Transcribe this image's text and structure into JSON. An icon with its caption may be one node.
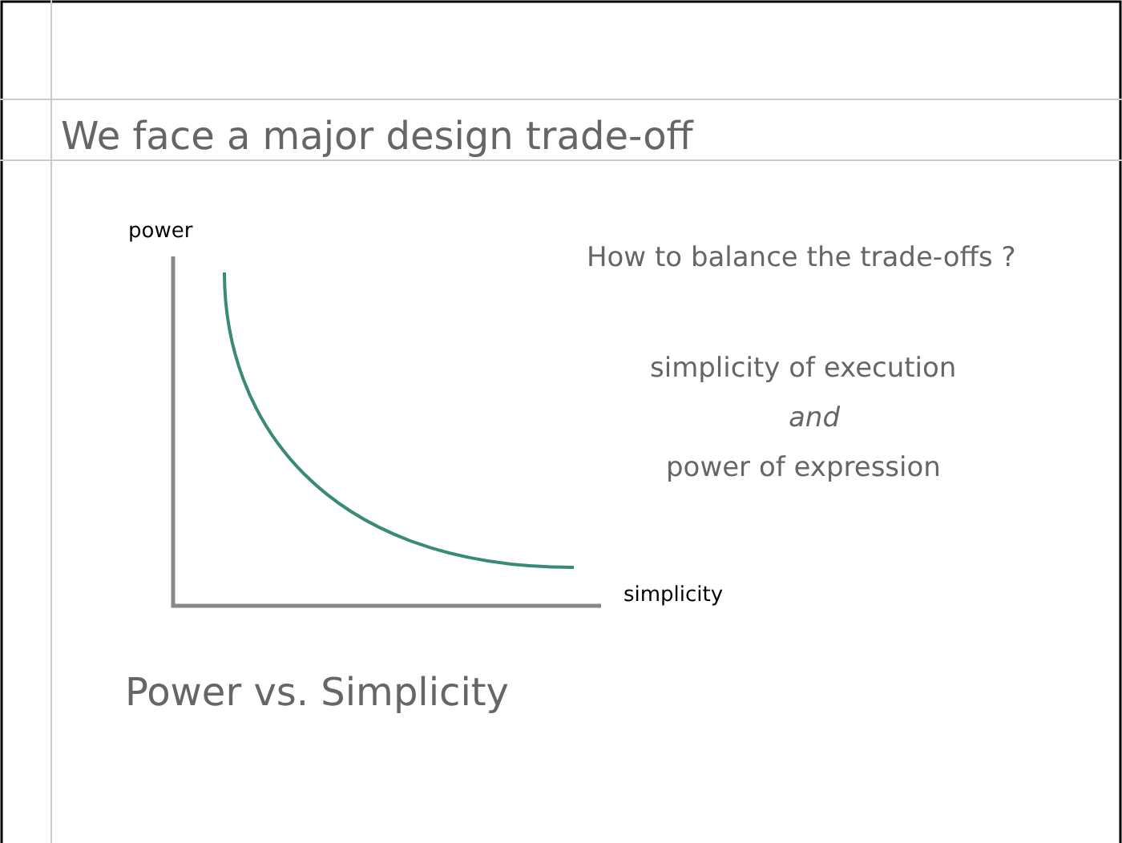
{
  "diagram": {
    "title": "We face a major design trade-off",
    "caption": "Power vs. Simplicity",
    "labels": [
      "power",
      "simplicity",
      "How to balance the trade-offs ?",
      "simplicity of execution",
      "and",
      "power of expression"
    ]
  }
}
